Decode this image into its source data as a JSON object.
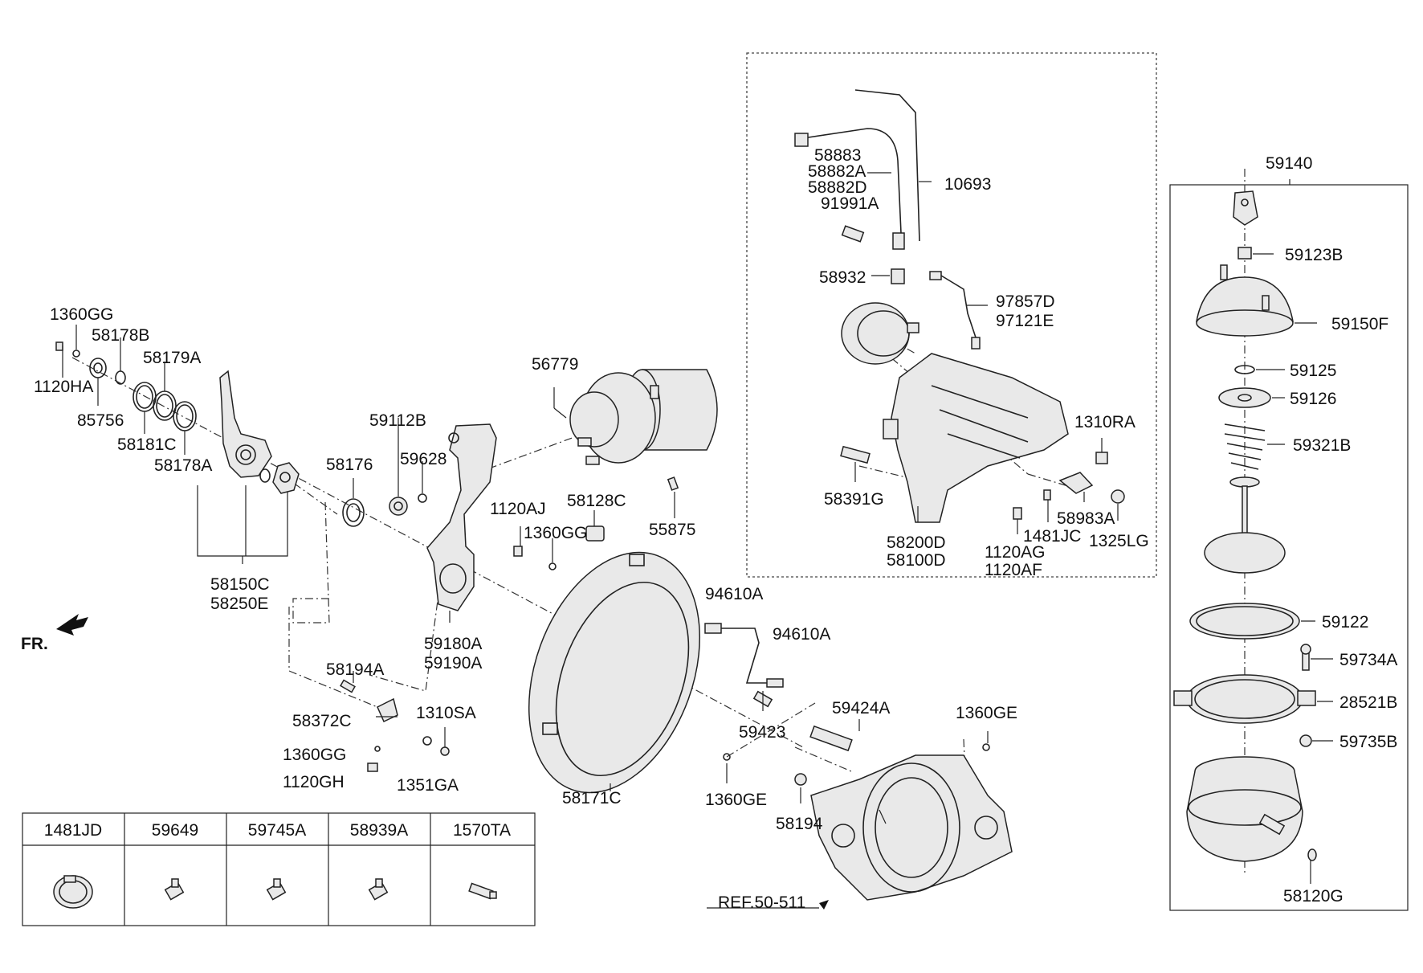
{
  "labels": {
    "p1360gg_top": "1360GG",
    "p58178b": "58178B",
    "p58179a": "58179A",
    "p1120ha": "1120HA",
    "p85756": "85756",
    "p58181c": "58181C",
    "p58178a": "58178A",
    "p58150c": "58150C",
    "p58250e": "58250E",
    "p58176": "58176",
    "p59112b": "59112B",
    "p59628": "59628",
    "p56779": "56779",
    "p1120aj": "1120AJ",
    "p58128c": "58128C",
    "p1360gg_mid": "1360GG",
    "p55875": "55875",
    "p59180a": "59180A",
    "p59190a": "59190A",
    "p58194a": "58194A",
    "p58372c": "58372C",
    "p1310sa": "1310SA",
    "p1360gg_low": "1360GG",
    "p1120gh": "1120GH",
    "p1351ga": "1351GA",
    "p58171c": "58171C",
    "p94610a_1": "94610A",
    "p94610a_2": "94610A",
    "p59424a": "59424A",
    "p59423": "59423",
    "p1360ge_1": "1360GE",
    "p1360ge_2": "1360GE",
    "p58194": "58194",
    "ref": "REF.50-511",
    "fr": "FR.",
    "p58883": "58883",
    "p58882a": "58882A",
    "p58882d": "58882D",
    "p91991a": "91991A",
    "p10693": "10693",
    "p58932": "58932",
    "p97857d": "97857D",
    "p97121e": "97121E",
    "p1310ra": "1310RA",
    "p58391g": "58391G",
    "p58983a": "58983A",
    "p1481jc": "1481JC",
    "p58200d": "58200D",
    "p58100d": "58100D",
    "p1120ag": "1120AG",
    "p1120af": "1120AF",
    "p1325lg": "1325LG",
    "p59140": "59140",
    "p59123b": "59123B",
    "p59150f": "59150F",
    "p59125": "59125",
    "p59126": "59126",
    "p59321b": "59321B",
    "p59122": "59122",
    "p59734a": "59734A",
    "p28521b": "28521B",
    "p59735b": "59735B",
    "p58120g": "58120G"
  },
  "legend_table": {
    "headers": [
      "1481JD",
      "59649",
      "59745A",
      "58939A",
      "1570TA"
    ],
    "icons": [
      "hose-clamp-icon",
      "fitting-icon",
      "fitting-icon",
      "fitting-icon",
      "connector-icon"
    ]
  }
}
